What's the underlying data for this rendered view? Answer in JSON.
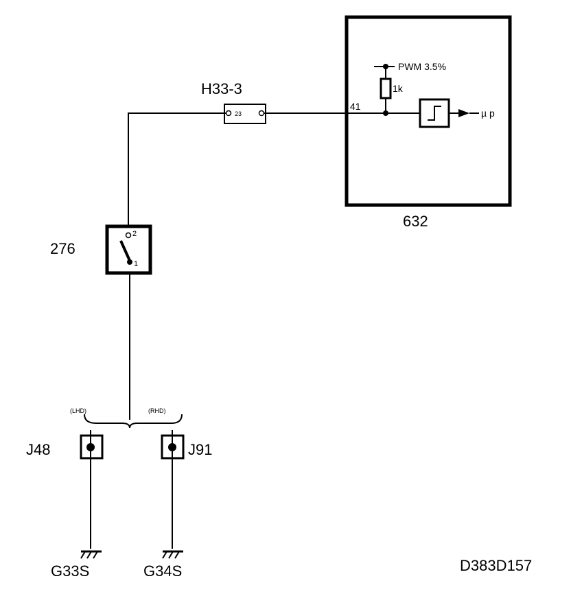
{
  "diagram": {
    "drawing_id": "D383D157",
    "components": {
      "control_unit": {
        "label": "632",
        "pin": "41",
        "pwm_label": "PWM 3.5%",
        "resistor_label": "1k",
        "output_label": "µ p"
      },
      "connector": {
        "label": "H33-3",
        "pin": "23"
      },
      "switch": {
        "label": "276",
        "pin_a": "2",
        "pin_b": "1"
      },
      "variant_left": {
        "label": "(LHD)"
      },
      "variant_right": {
        "label": "(RHD)"
      },
      "connector_left": {
        "label": "J48"
      },
      "connector_right": {
        "label": "J91"
      },
      "ground_left": {
        "label": "G33S"
      },
      "ground_right": {
        "label": "G34S"
      }
    }
  }
}
